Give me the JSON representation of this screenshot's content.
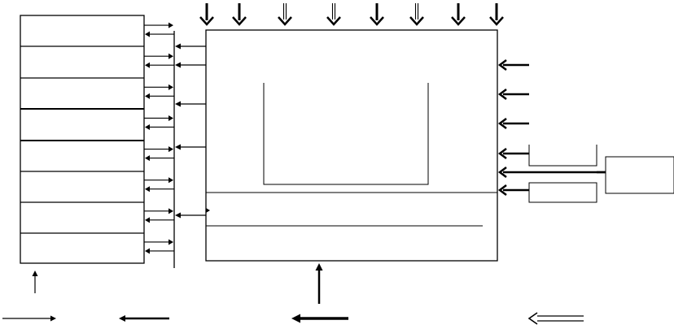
{
  "diagram": {
    "line_color": "#000000",
    "background": "#ffffff",
    "left_column": {
      "cell_count": 8
    },
    "top_inputs": [
      {
        "style": "single"
      },
      {
        "style": "single"
      },
      {
        "style": "double"
      },
      {
        "style": "double"
      },
      {
        "style": "single"
      },
      {
        "style": "double"
      },
      {
        "style": "single"
      },
      {
        "style": "single"
      }
    ],
    "right_inputs": {
      "count": 6
    },
    "legend": [
      {
        "type": "thin-right-arrow"
      },
      {
        "type": "medium-left-arrow"
      },
      {
        "type": "thick-left-arrow"
      },
      {
        "type": "double-left-arrow"
      }
    ]
  }
}
